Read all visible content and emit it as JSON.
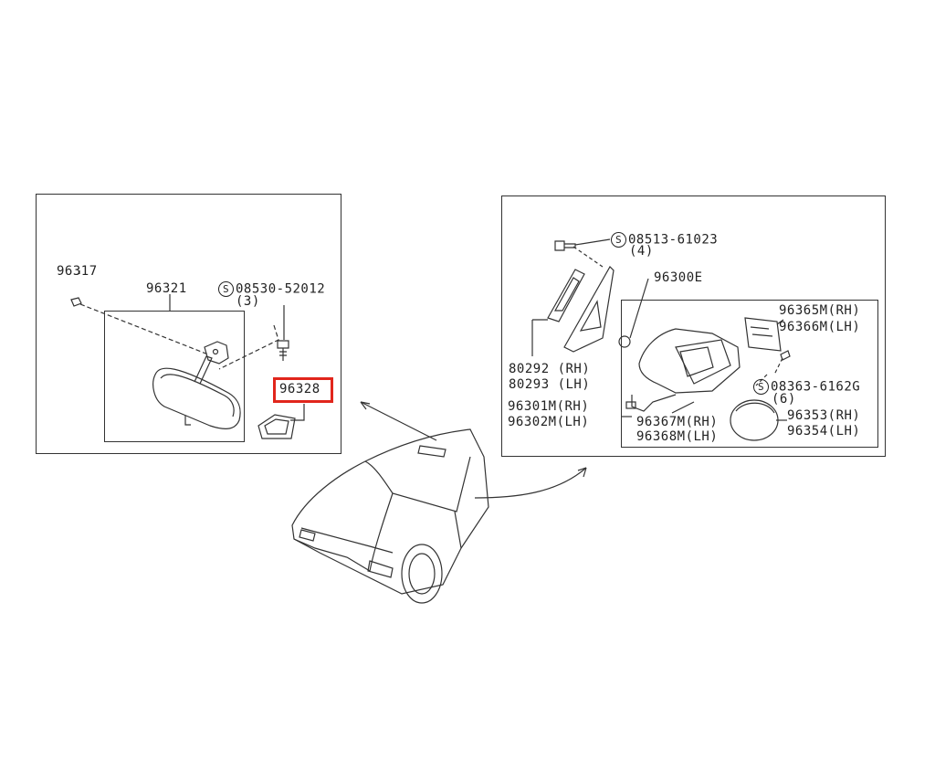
{
  "left_panel": {
    "labels": {
      "p96317": "96317",
      "p96321": "96321",
      "screw_code": "08530-52012",
      "screw_qty": "(3)",
      "p96328": "96328"
    }
  },
  "right_panel": {
    "labels": {
      "bolt_code": "08513-61023",
      "bolt_qty": "(4)",
      "p96300E": "96300E",
      "p96365M": "96365M(RH)",
      "p96366M": "96366M(LH)",
      "p80292": "80292 (RH)",
      "p80293": "80293 (LH)",
      "screw2_code": "08363-6162G",
      "screw2_qty": "(6)",
      "p96301M": "96301M(RH)",
      "p96302M": "96302M(LH)",
      "p96353": "96353(RH)",
      "p96354": "96354(LH)",
      "p96367M": "96367M(RH)",
      "p96368M": "96368M(LH)"
    }
  },
  "symbols": {
    "s": "S"
  },
  "colors": {
    "highlight": "#e1261c",
    "line": "#333333"
  },
  "icons": [
    "rearview-mirror-icon",
    "mirror-clip-icon",
    "screw-icon",
    "bolt-icon",
    "door-mirror-icon",
    "car-icon",
    "arrow-icon"
  ]
}
